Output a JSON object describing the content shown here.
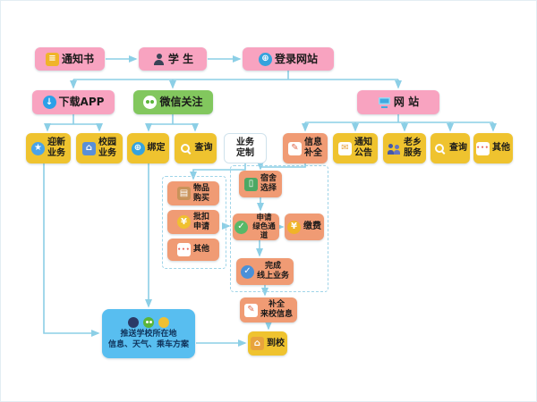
{
  "palette": {
    "pink": "#f8a3c0",
    "green": "#82c75e",
    "yellow": "#efc32f",
    "orange": "#f09b74",
    "blue": "#58bef0",
    "arrow": "#8ccfe6"
  },
  "icons": {
    "doc": "≡",
    "globe": "⊕",
    "download": "↓",
    "home": "⌂",
    "mail": "✉",
    "check": "✓",
    "yen": "¥",
    "star": "★",
    "pencil": "✎",
    "dots": "•••",
    "box": "▤",
    "door": "▯"
  },
  "nodes": {
    "notice": {
      "label": "通知书"
    },
    "student": {
      "label": "学 生"
    },
    "login": {
      "label": "登录网站"
    },
    "download_app": {
      "label": "下载APP"
    },
    "wechat_follow": {
      "label": "微信关注"
    },
    "website": {
      "label": "网 站"
    },
    "welcome_biz": {
      "label": "迎新\n业务"
    },
    "campus_biz": {
      "label": "校园\n业务"
    },
    "bind": {
      "label": "绑定"
    },
    "query_wechat": {
      "label": "查询"
    },
    "biz_custom": {
      "label": "业务\n定制"
    },
    "info_complete": {
      "label": "信息\n补全"
    },
    "notice_board": {
      "label": "通知\n公告"
    },
    "hometown_service": {
      "label": "老乡\n服务"
    },
    "query_web": {
      "label": "查询"
    },
    "other_web": {
      "label": "其他"
    },
    "goods_buy": {
      "label": "物品\n购买"
    },
    "batch_deduct": {
      "label": "批扣\n申请"
    },
    "other_biz": {
      "label": "其他"
    },
    "dorm_select": {
      "label": "宿舍\n选择"
    },
    "green_channel": {
      "label": "申请\n绿色通道"
    },
    "pay_fee": {
      "label": "缴费"
    },
    "finish_online": {
      "label": "完成\n线上业务"
    },
    "arrival_info": {
      "label": "补全\n来校信息"
    },
    "arrive_school": {
      "label": "到校"
    }
  },
  "push_box": {
    "text": "推送学校所在地\n信息、天气、乘车方案"
  }
}
